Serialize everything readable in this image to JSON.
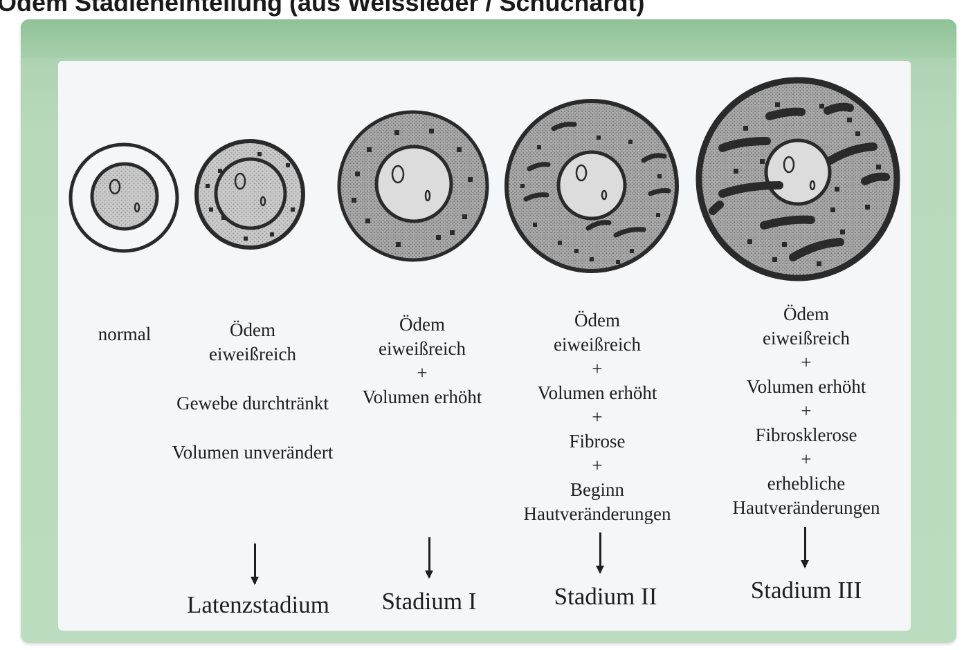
{
  "title": "Ödem Stadieneinteilung  (aus Weissleder / Schuchardt)",
  "columns": [
    {
      "description": [
        "normal"
      ],
      "stage": ""
    },
    {
      "description": [
        "Ödem",
        "eiweißreich",
        "",
        "Gewebe durchtränkt",
        "",
        "Volumen unverändert"
      ],
      "stage": "Latenzstadium"
    },
    {
      "description": [
        "Ödem",
        "eiweißreich",
        "+",
        "Volumen erhöht"
      ],
      "stage": "Stadium I"
    },
    {
      "description": [
        "Ödem",
        "eiweißreich",
        "+",
        "Volumen erhöht",
        "+",
        "Fibrose",
        "+",
        "Beginn",
        "Hautveränderungen"
      ],
      "stage": "Stadium II"
    },
    {
      "description": [
        "Ödem",
        "eiweißreich",
        "+",
        "Volumen erhöht",
        "+",
        "Fibrosklerose",
        "+",
        "erhebliche",
        "Hautveränderungen"
      ],
      "stage": "Stadium III"
    }
  ]
}
